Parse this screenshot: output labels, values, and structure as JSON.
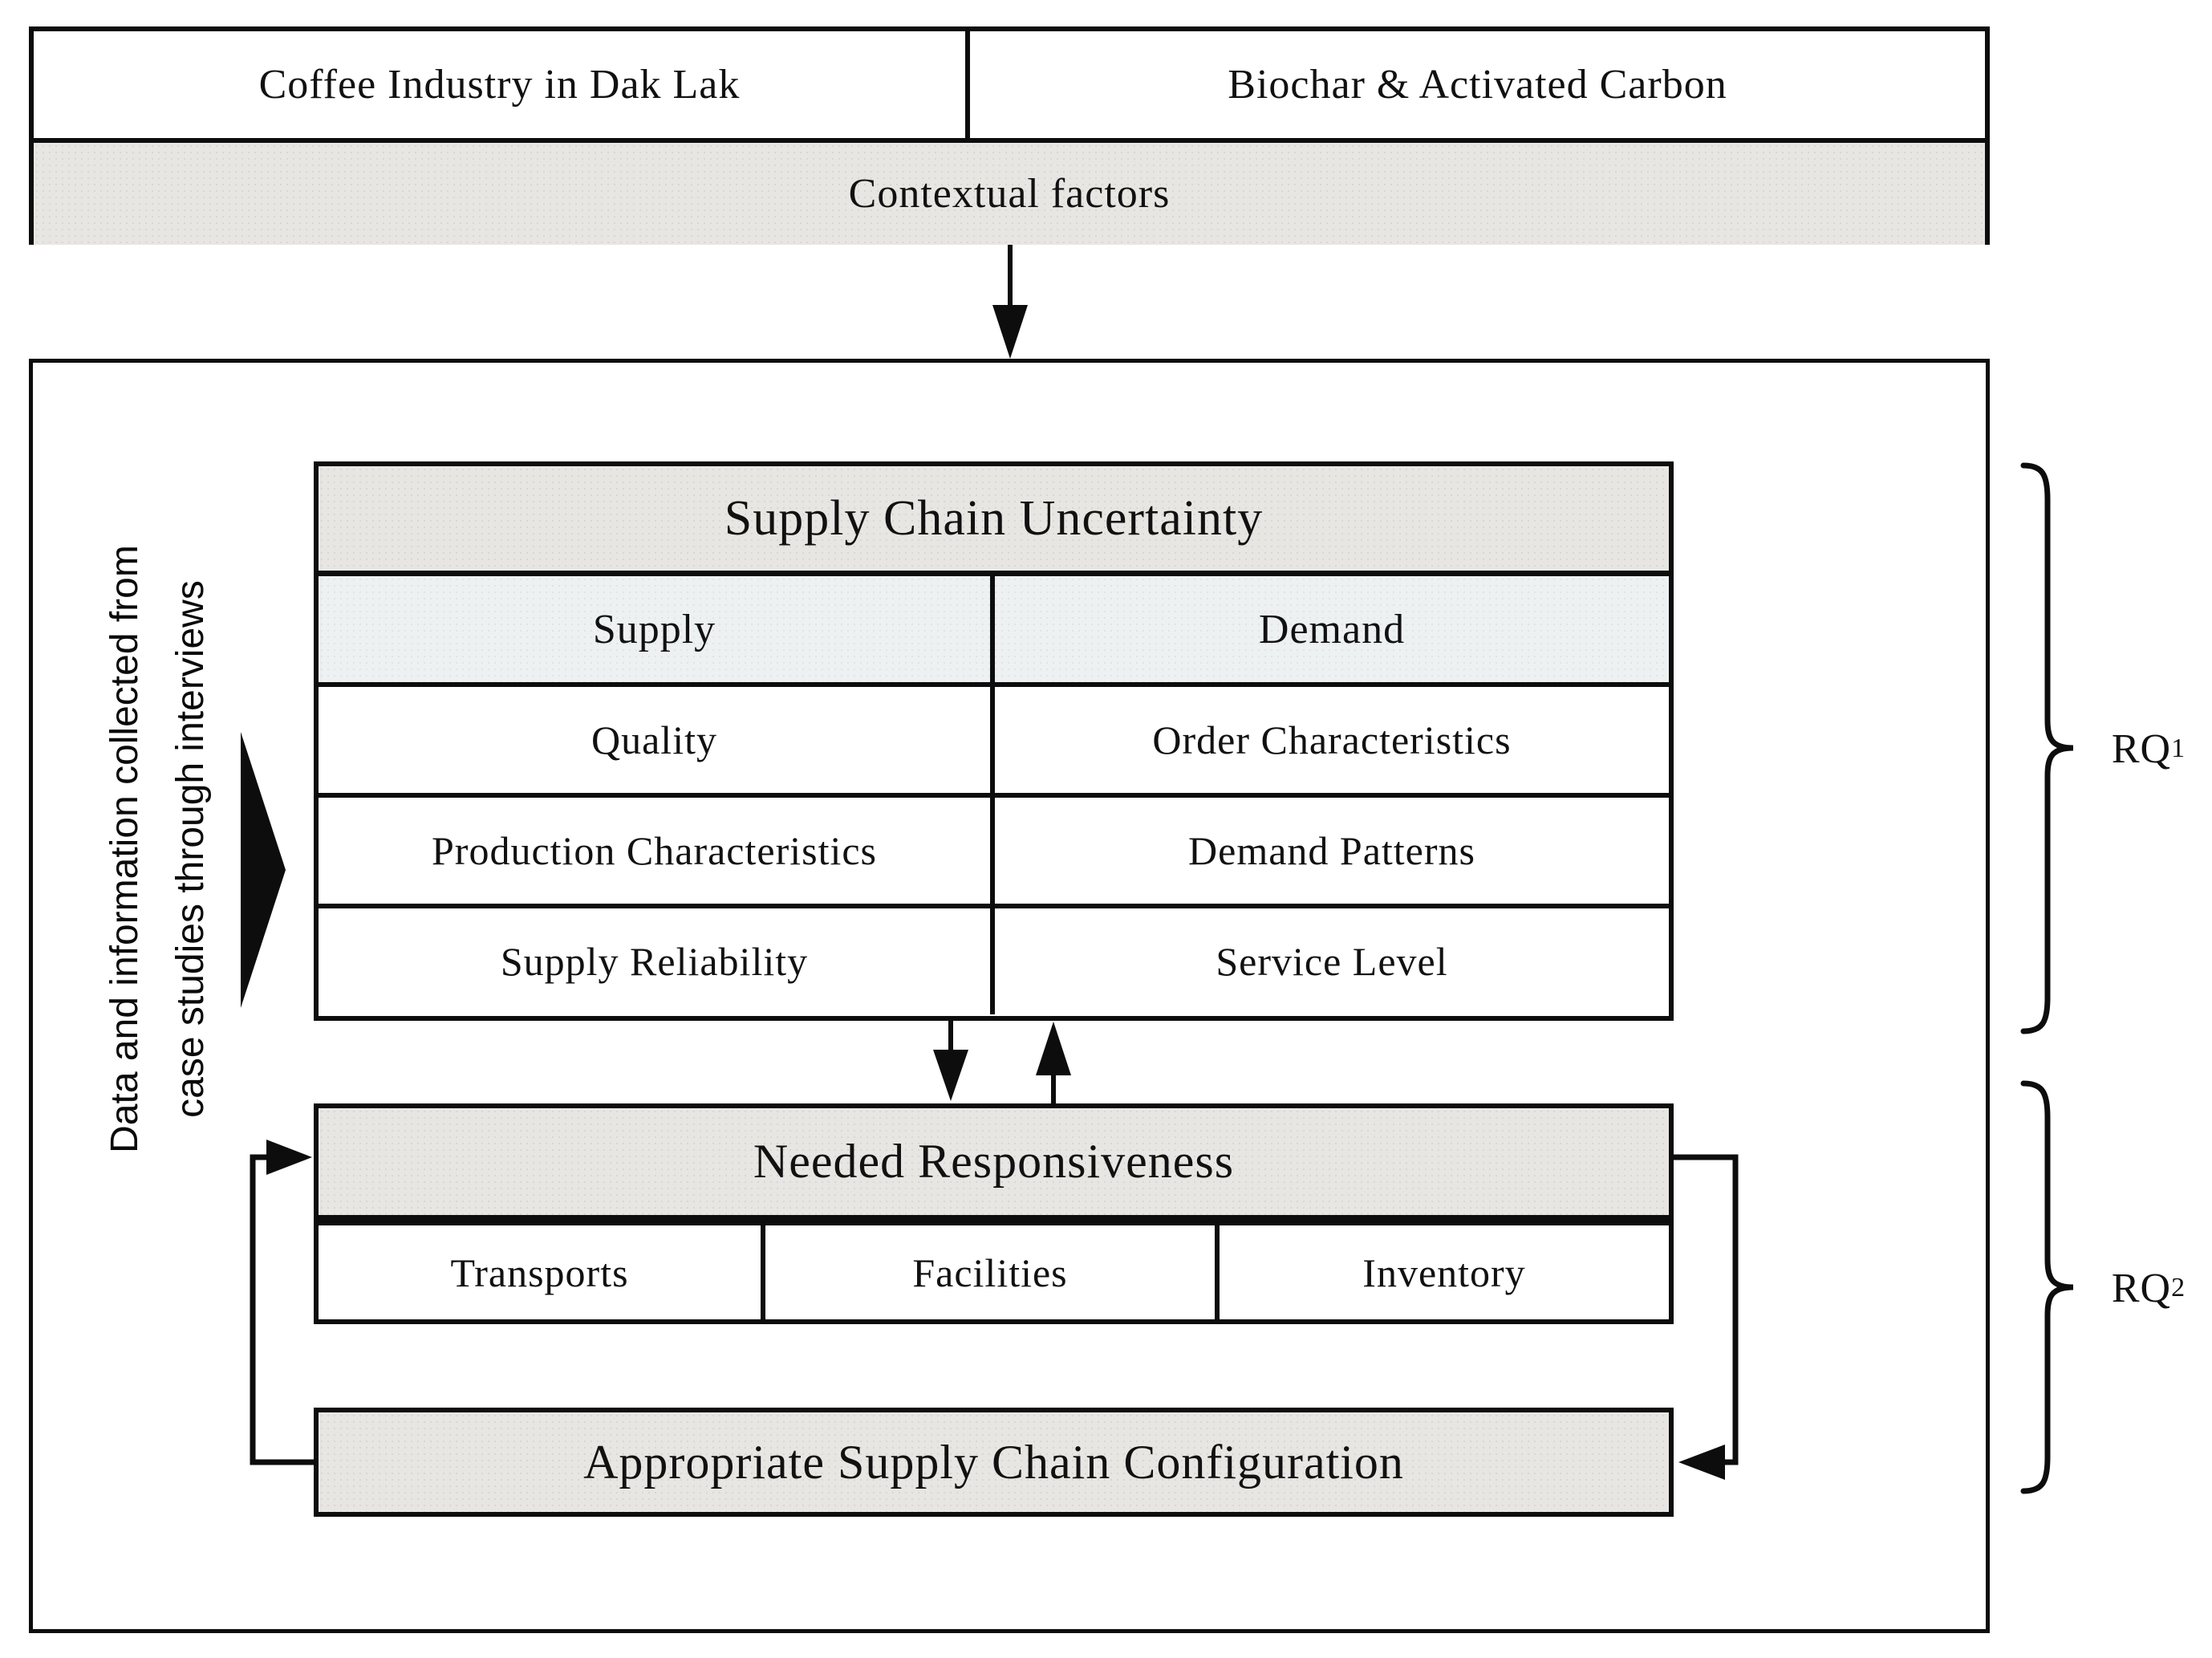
{
  "figure": {
    "top_row": {
      "left_cell": "Coffee Industry in Dak Lak",
      "right_cell": "Biochar & Activated Carbon"
    },
    "contextual_bar": "Contextual factors",
    "side_annotation": {
      "line1": "Data and information collected from",
      "line2": "case studies through interviews"
    },
    "uncertainty": {
      "title": "Supply Chain Uncertainty",
      "col_headers": [
        "Supply",
        "Demand"
      ],
      "rows": [
        [
          "Quality",
          "Order Characteristics"
        ],
        [
          "Production Characteristics",
          "Demand Patterns"
        ],
        [
          "Supply Reliability",
          "Service Level"
        ]
      ]
    },
    "responsiveness": {
      "title": "Needed Responsiveness",
      "cells": [
        "Transports",
        "Facilities",
        "Inventory"
      ]
    },
    "configuration_bar": "Appropriate Supply Chain Configuration",
    "research_questions": [
      {
        "label": "RQ",
        "subscript": "1"
      },
      {
        "label": "RQ",
        "subscript": "2"
      }
    ],
    "colors": {
      "shaded_fill": "#e8e6e3",
      "light_fill": "#eef1f1",
      "line": "#0d0d0d"
    }
  }
}
